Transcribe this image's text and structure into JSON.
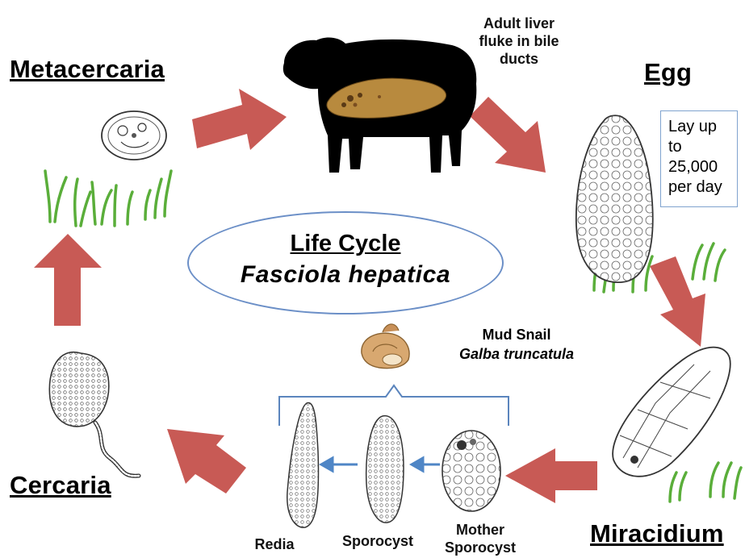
{
  "title": {
    "line1": "Life Cycle",
    "line2": "Fasciola hepatica"
  },
  "stages": {
    "metacercaria": "Metacercaria",
    "egg": "Egg",
    "miracidium": "Miracidium",
    "cercaria": "Cercaria"
  },
  "host": {
    "adult_label_line1": "Adult liver",
    "adult_label_line2": "fluke in bile",
    "adult_label_line3": "ducts"
  },
  "egg_note": {
    "line1": "Lay up",
    "line2": "to",
    "line3": "25,000",
    "line4": "per day"
  },
  "snail": {
    "common_name": "Mud Snail",
    "species": "Galba truncatula"
  },
  "snail_stages": {
    "redia": "Redia",
    "sporocyst": "Sporocyst",
    "mother_sporocyst_line1": "Mother",
    "mother_sporocyst_line2": "Sporocyst"
  },
  "colors": {
    "cycle_arrow": "#c85a55",
    "small_arrow": "#4f86c6",
    "bracket": "#5b85bd",
    "grass": "#5aae3a",
    "sheep": "#000000",
    "fluke": "#b88a3e",
    "ellipse_border": "#6b8fc7"
  }
}
